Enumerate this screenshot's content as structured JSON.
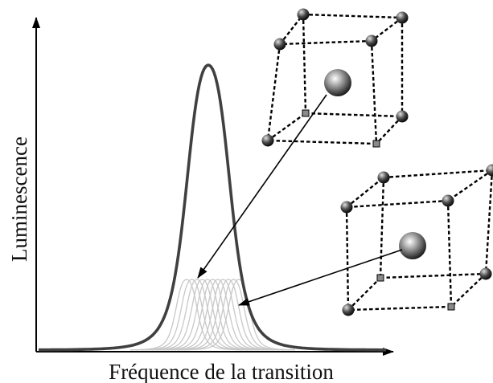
{
  "figure": {
    "xlabel": "Fréquence de la transition",
    "ylabel": "Luminescence"
  },
  "colors": {
    "main_curve": "#404040",
    "component_curves": "#c8c8c8",
    "axes": "#000000",
    "atoms": "#333333",
    "impurity": "#777777"
  },
  "diagram": {
    "envelope_shape": "inhomogeneously broadened peak",
    "component_peaks": 11,
    "crystal_cells": 2,
    "impurity_marker": "large sphere at cell center",
    "arrows": "cell impurity to component peak"
  }
}
